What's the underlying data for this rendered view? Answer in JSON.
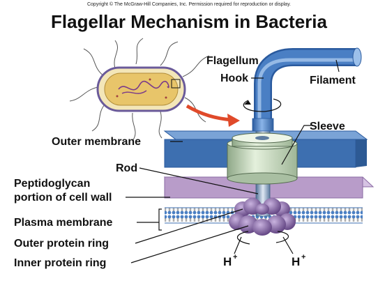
{
  "header": {
    "copyright": "Copyright © The McGraw-Hill Companies, Inc. Permission required for reproduction or display.",
    "title": "Flagellar Mechanism in Bacteria"
  },
  "labels": {
    "flagellum": "Flagellum",
    "hook": "Hook",
    "filament": "Filament",
    "sleeve": "Sleeve",
    "outer_membrane": "Outer membrane",
    "rod": "Rod",
    "peptidoglycan_line1": "Peptidoglycan",
    "peptidoglycan_line2": "portion of cell wall",
    "plasma_membrane": "Plasma membrane",
    "outer_protein_ring": "Outer protein ring",
    "inner_protein_ring": "Inner protein ring"
  },
  "ions": {
    "left": {
      "symbol": "H",
      "charge": "+"
    },
    "right": {
      "symbol": "H",
      "charge": "+"
    }
  },
  "colors": {
    "outer_membrane": "#3d6fb0",
    "peptidoglycan": "#b89cc9",
    "flagellum": "#4a7fc4",
    "sleeve": "#c9dcc0",
    "rings": "#7a5a9a",
    "arrow": "#e04a2a",
    "cell_cytoplasm": "#e8c56a"
  }
}
